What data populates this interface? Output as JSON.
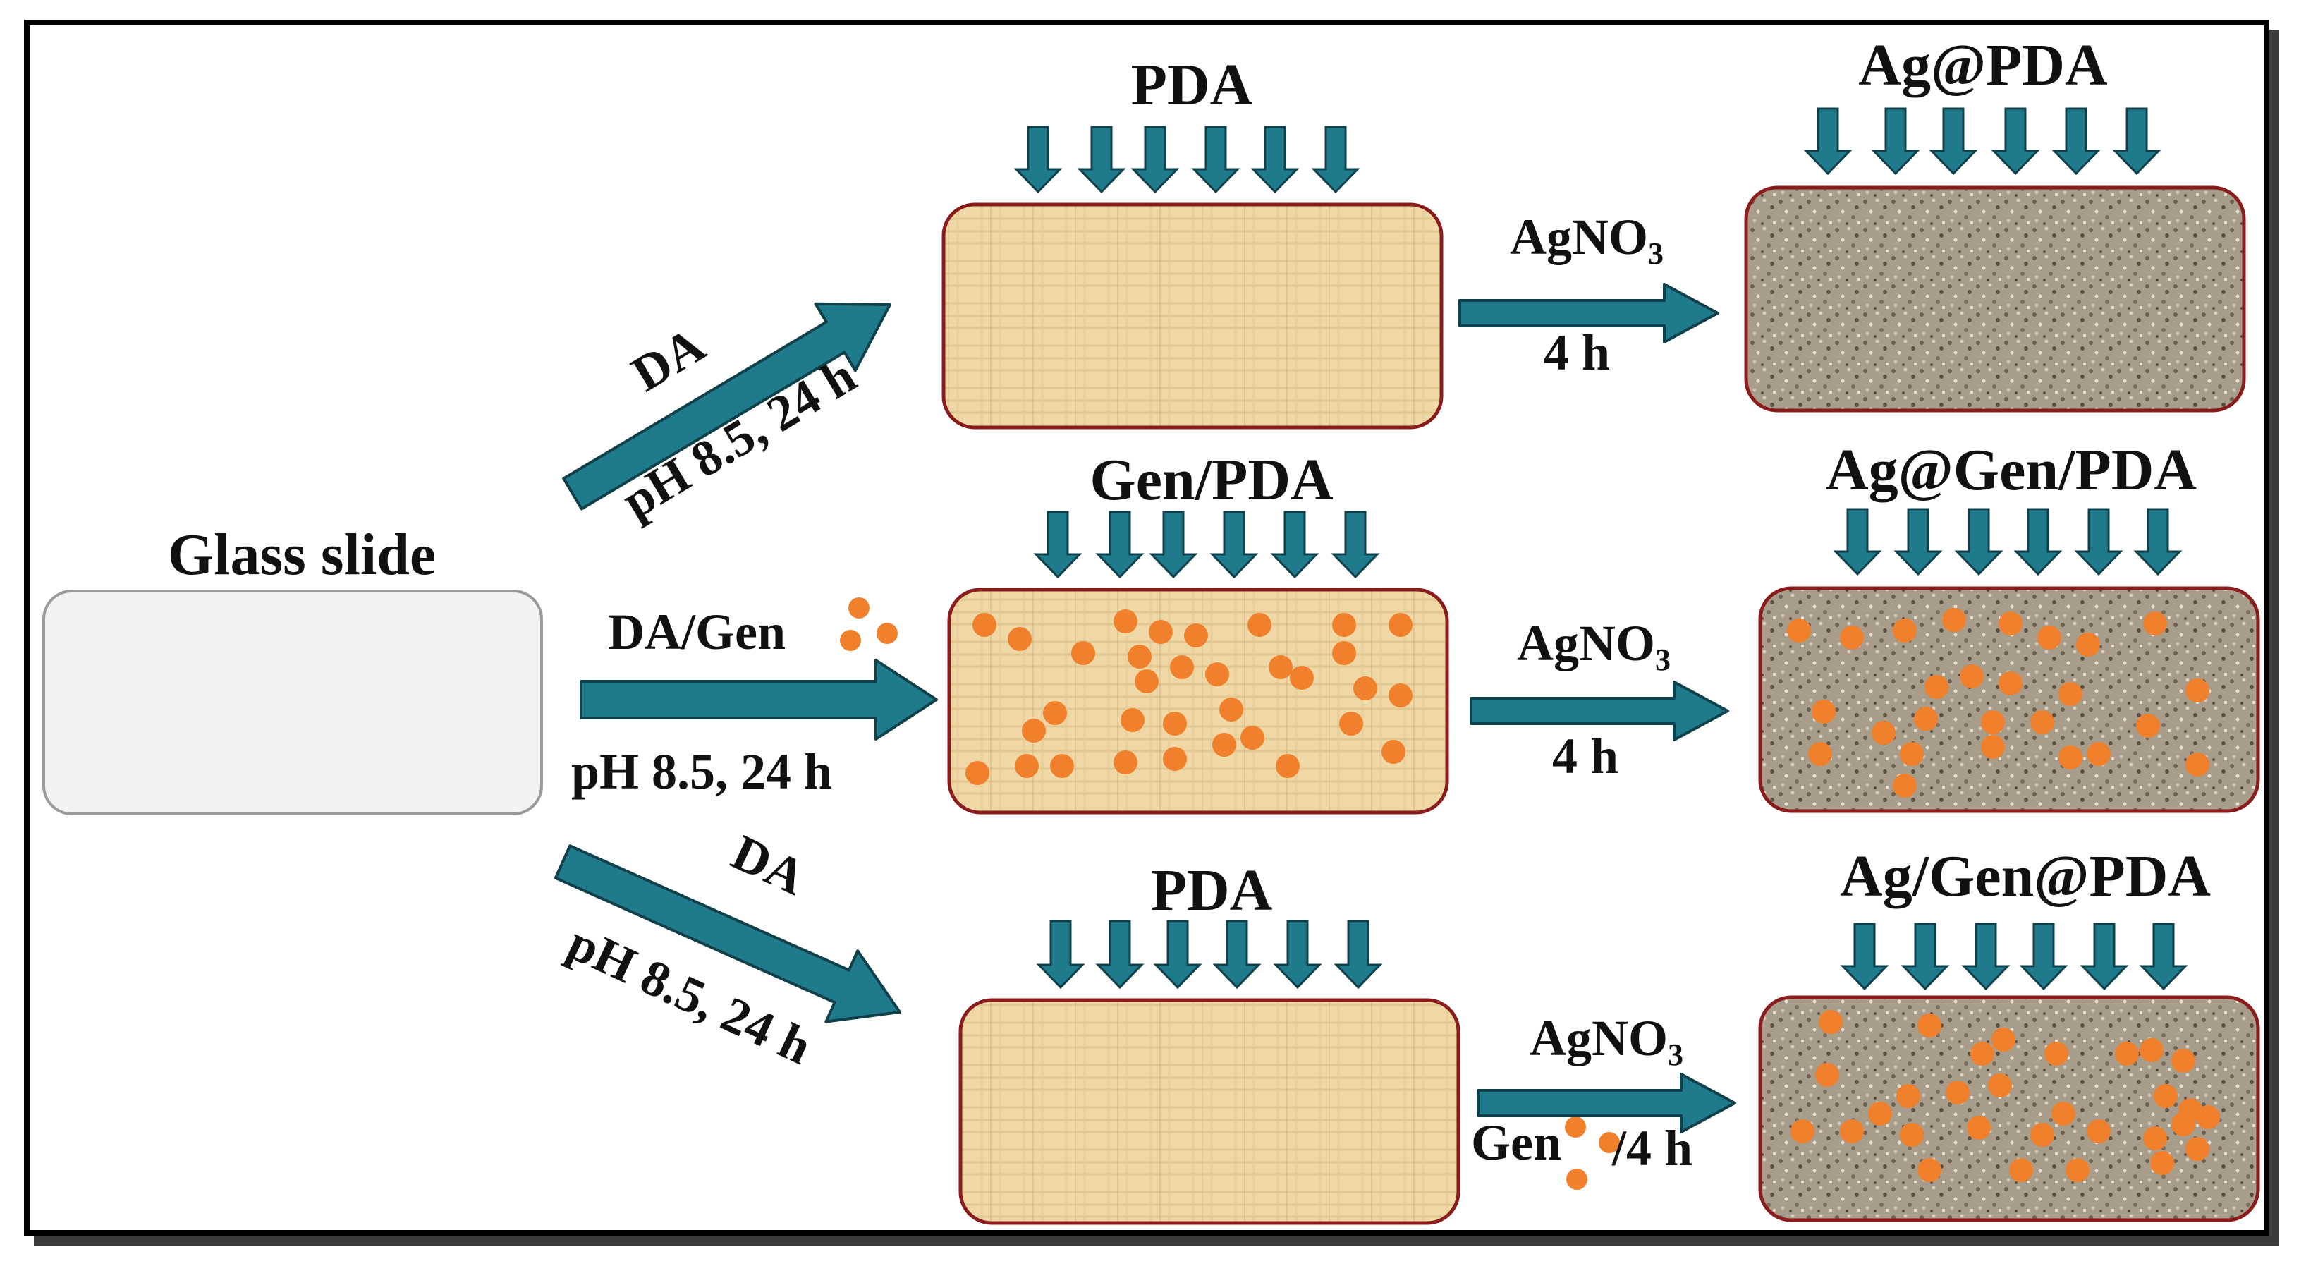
{
  "labels": {
    "glass_slide": "Glass slide",
    "pda_top": "PDA",
    "gen_pda": "Gen/PDA",
    "pda_bottom": "PDA",
    "ag_pda": "Ag@PDA",
    "ag_gen_pda": "Ag@Gen/PDA",
    "ag_gen_at_pda": "Ag/Gen@PDA",
    "da_top": "DA",
    "cond_top": "pH 8.5, 24 h",
    "da_gen": "DA/Gen",
    "cond_mid": "pH 8.5, 24 h",
    "da_bottom": "DA",
    "cond_bottom": "pH 8.5, 24 h",
    "agno3": "AgNO",
    "agno3_sub": "3",
    "time_top": "4 h",
    "time_mid": "4 h",
    "gen_bottom": "Gen",
    "time_bottom": "/4 h"
  },
  "colors": {
    "arrow_fill": "#1f7a8c",
    "arrow_stroke": "#10404a",
    "papyrus": "#efd8a6",
    "silver": "#a89c8a",
    "gen_particle": "#f0802b",
    "border_red": "#8a1c1c",
    "glass": "#f2f2f2"
  }
}
